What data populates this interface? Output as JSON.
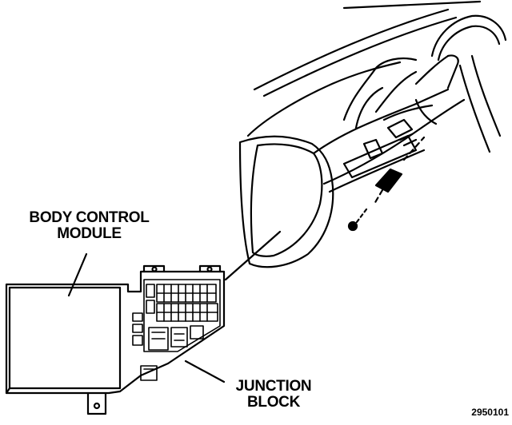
{
  "labels": {
    "body_control_module": [
      "BODY CONTROL",
      "MODULE"
    ],
    "junction_block": [
      "JUNCTION",
      "BLOCK"
    ]
  },
  "figure_id": "2950101",
  "colors": {
    "ink": "#000000",
    "paper": "#ffffff"
  },
  "icons": [
    "screw-icon",
    "steering-wheel-icon"
  ]
}
